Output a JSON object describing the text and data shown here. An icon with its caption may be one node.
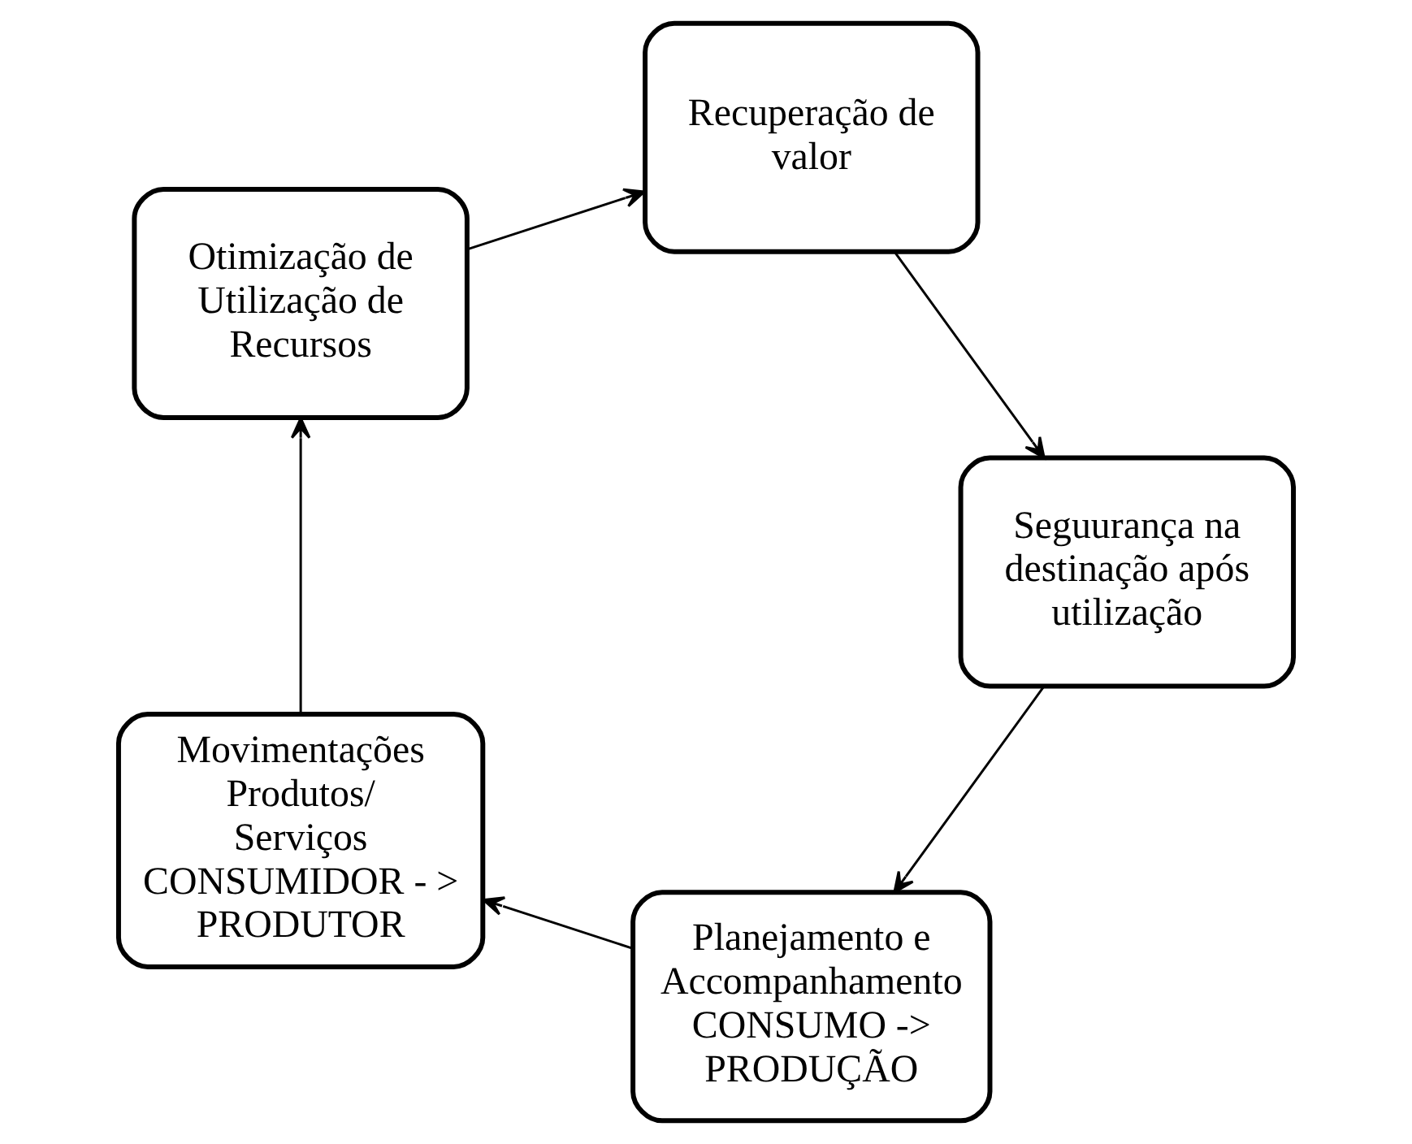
{
  "diagram": {
    "nodes": [
      {
        "text": [
          "Planejamento e Accompanhamento CONSUMO -> PRODUÇÃO"
        ]
      },
      {
        "text": [
          "Movimentações Produtos/ Serviços CONSUMIDOR - > PRODUTOR"
        ]
      },
      {
        "text": [
          "Otimização de Utilização de Recursos"
        ]
      },
      {
        "text": [
          "Recuperação de valor"
        ]
      },
      {
        "text": [
          "Seguurança na destinação após utilização"
        ]
      }
    ],
    "edges": [
      {
        "from": 0,
        "to": 1,
        "arrow": "to"
      },
      {
        "from": 1,
        "to": 2,
        "arrow": "to"
      },
      {
        "from": 2,
        "to": 3,
        "arrow": "to"
      },
      {
        "from": 3,
        "to": 4,
        "arrow": "to"
      },
      {
        "from": 4,
        "to": 0,
        "arrow": "to"
      }
    ]
  }
}
